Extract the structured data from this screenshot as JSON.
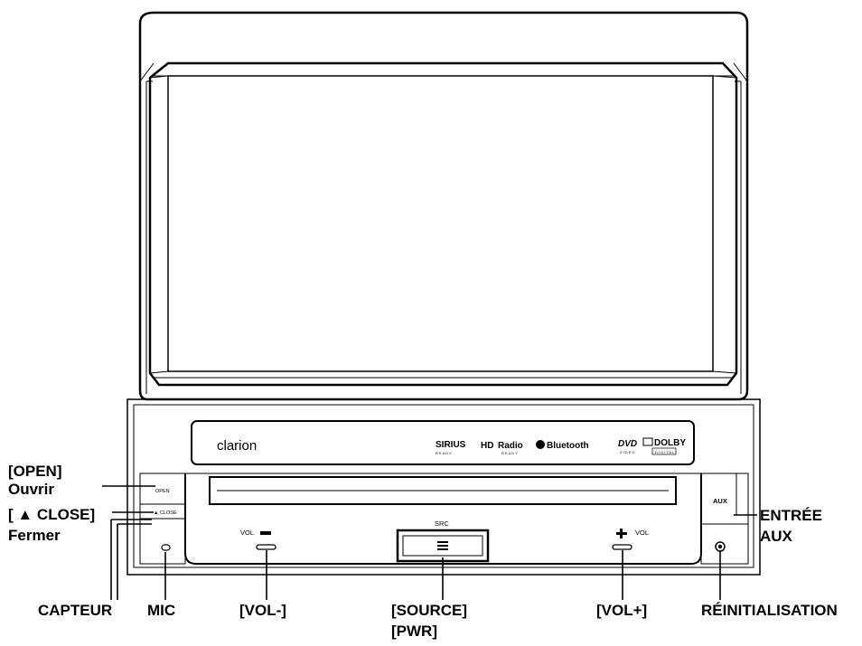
{
  "device": {
    "brand": "clarion",
    "logos": {
      "sirius": "SIRIUS",
      "sirius_sub": "READY",
      "hd_radio": "Radio",
      "hd_prefix": "HD",
      "hd_sub": "READY",
      "bluetooth": "Bluetooth",
      "dvd": "DVD",
      "dvd_sub": "VIDEO",
      "dolby": "DOLBY",
      "dolby_sub": "DIGITAL"
    },
    "panel": {
      "open_label": "OPEN",
      "close_label": "▲ CLOSE",
      "aux_label": "AUX",
      "src_label": "SRC",
      "vol_left_label": "VOL",
      "vol_right_label": "VOL"
    }
  },
  "callouts": {
    "open": "[OPEN]",
    "open_fr": "Ouvrir",
    "close": "[ ▲ CLOSE]",
    "close_fr": "Fermer",
    "capteur": "CAPTEUR",
    "mic": "MIC",
    "vol_minus": "[VOL-]",
    "source": "[SOURCE]",
    "pwr": "[PWR]",
    "vol_plus": "[VOL+]",
    "reset": "RÉINITIALISATION",
    "aux_in": "ENTRÉE",
    "aux_in_2": "AUX"
  }
}
